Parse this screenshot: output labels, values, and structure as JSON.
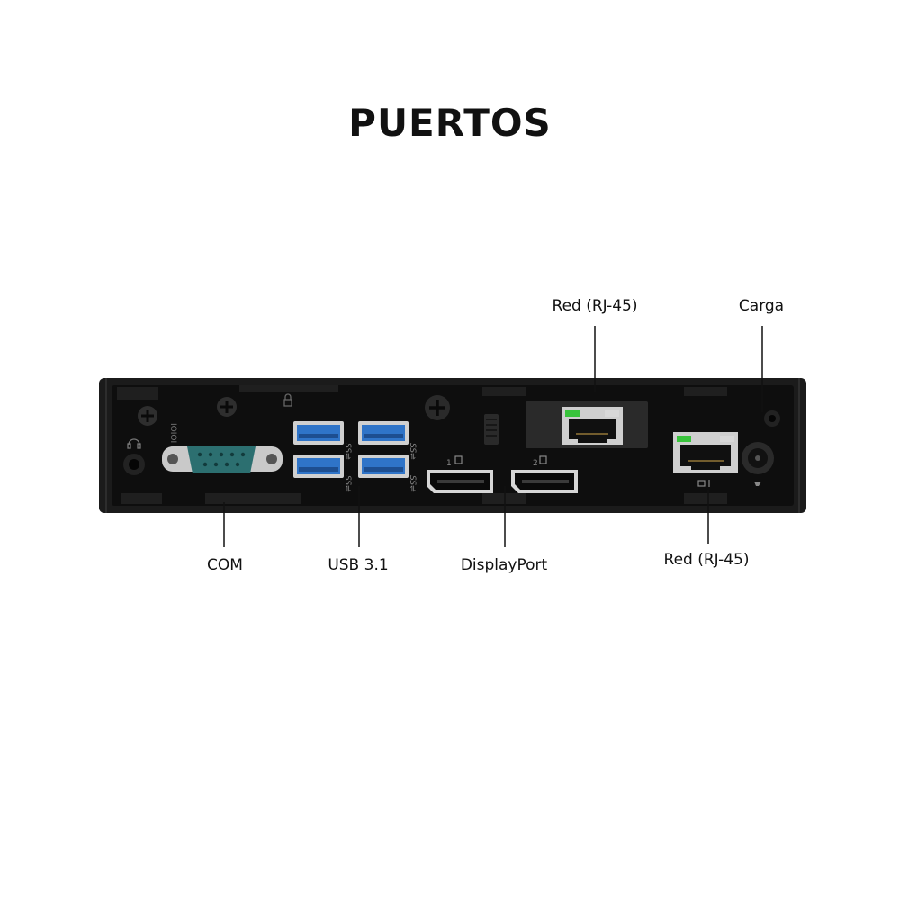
{
  "title": "PUERTOS",
  "callouts": {
    "red_top": "Red (RJ-45)",
    "carga": "Carga",
    "com": "COM",
    "usb": "USB 3.1",
    "displayport": "DisplayPort",
    "red_bottom": "Red (RJ-45)"
  },
  "colors": {
    "chassis": "#1b1b1b",
    "panel": "#0e0e0e",
    "usb_blue": "#2f74c8",
    "com_teal": "#2c6f70",
    "led_green": "#39c43c"
  },
  "icons": [
    "usb-ss-icon",
    "displayport-icon",
    "ethernet-icon",
    "power-icon",
    "headphone-icon",
    "lock-icon",
    "screw-icon"
  ]
}
